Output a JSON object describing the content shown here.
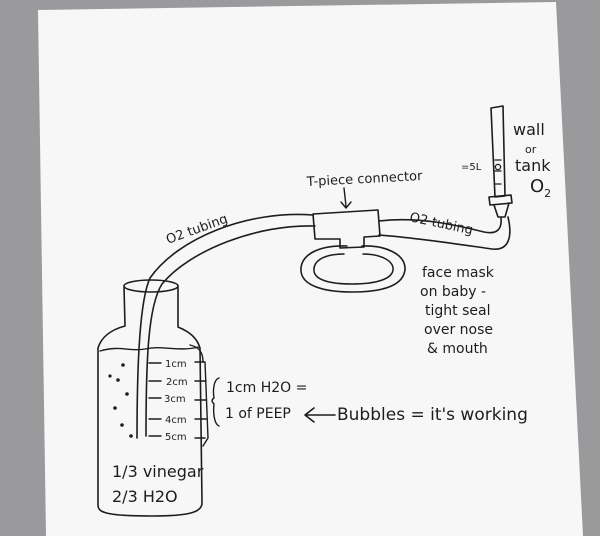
{
  "colors": {
    "background": "#9a9a9c",
    "paper": "#f7f7f8",
    "ink": "#1d1d1f"
  },
  "labels": {
    "wall": "wall",
    "or": "or",
    "tank": "tank",
    "o2": "O",
    "o2_sub": "2",
    "flow_mark": "=5L",
    "tpiece": "T-piece connector",
    "tubing_left": "O2 tubing",
    "tubing_right": "O2 tubing",
    "mask_line1": "face mask",
    "mask_line2": "on baby -",
    "mask_line3": "tight seal",
    "mask_line4": "over nose",
    "mask_line5": "& mouth",
    "marks": [
      "1cm",
      "2cm",
      "3cm",
      "4cm",
      "5cm"
    ],
    "peep_line1": "1cm H2O =",
    "peep_line2": "1 of PEEP",
    "bubbles": "Bubbles = it's working",
    "vinegar": "1/3 vinegar",
    "water": "2/3 H2O"
  }
}
